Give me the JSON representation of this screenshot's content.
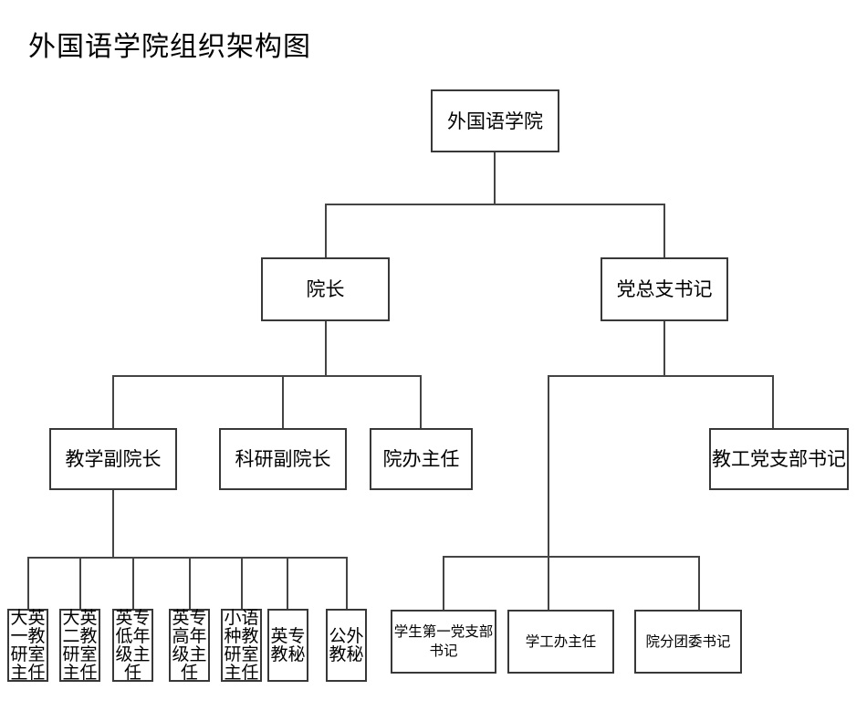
{
  "page": {
    "title": "外国语学院组织架构图"
  },
  "nodes": {
    "root": {
      "label": "外国语学院"
    },
    "dean": {
      "label": "院长"
    },
    "party_secretary": {
      "label": "党总支书记"
    },
    "teaching_vice_dean": {
      "label": "教学副院长"
    },
    "research_vice_dean": {
      "label": "科研副院长"
    },
    "office_director": {
      "label": "院办主任"
    },
    "staff_party_branch_secretary": {
      "label": "教工党支部书记"
    },
    "college_english_1_director": {
      "label": "大英\n一教\n研室\n主任"
    },
    "college_english_2_director": {
      "label": "大英\n二教\n研室\n主任"
    },
    "english_major_junior_director": {
      "label": "英专\n低年\n级主\n任"
    },
    "english_major_senior_director": {
      "label": "英专\n高年\n级主\n任"
    },
    "minor_language_director": {
      "label": "小语\n种教\n研室\n主任"
    },
    "english_major_secretary": {
      "label": "英专\n教秘"
    },
    "public_english_secretary": {
      "label": "公外\n教秘"
    },
    "student_party_branch_secretary": {
      "label": "学生第一党支部\n书记"
    },
    "student_affairs_director": {
      "label": "学工办主任"
    },
    "youth_league_secretary": {
      "label": "院分团委书记"
    }
  },
  "colors": {
    "box_border": "#383838",
    "connector": "#444444",
    "text": "#000000",
    "background": "#ffffff"
  }
}
